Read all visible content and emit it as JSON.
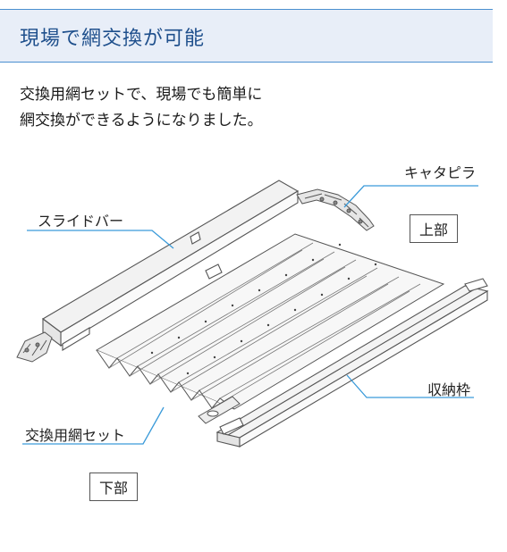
{
  "header": {
    "title": "現場で網交換が可能"
  },
  "intro": {
    "line1": "交換用網セットで、現場でも簡単に",
    "line2": "網交換ができるようになりました。"
  },
  "diagram": {
    "labels": {
      "caterpillar": "キャタピラ",
      "top": "上部",
      "slide_bar": "スライドバー",
      "storage_frame": "収納枠",
      "replacement_net_set": "交換用網セット",
      "bottom": "下部"
    },
    "colors": {
      "leader_line": "#3a9ad9",
      "outline": "#555555"
    }
  }
}
